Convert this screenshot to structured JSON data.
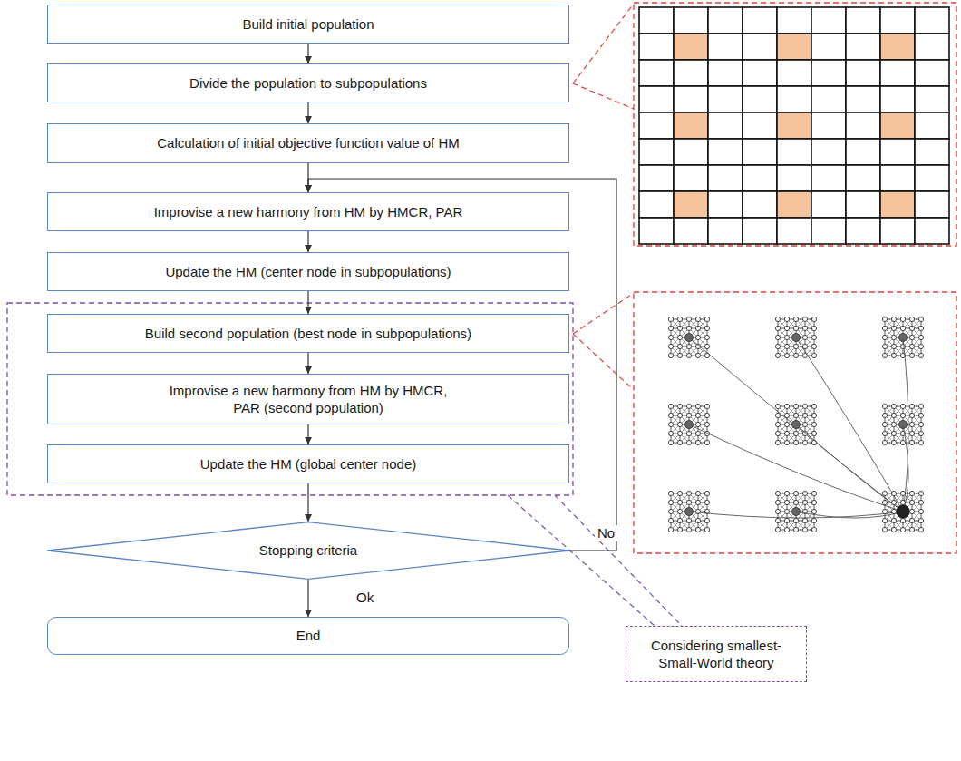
{
  "diagram": {
    "nodes": [
      {
        "text": [
          "Build initial population"
        ]
      },
      {
        "text": [
          "Divide the population to subpopulations"
        ]
      },
      {
        "text": [
          "Calculation of initial objective function value of HM"
        ]
      },
      {
        "text": [
          "Improvise a new harmony from HM by HMCR, PAR"
        ]
      },
      {
        "text": [
          "Update the HM (center node in subpopulations)"
        ]
      },
      {
        "text": [
          "Build second population (best node in subpopulations)"
        ]
      },
      {
        "text": [
          "Improvise a new harmony from HM by HMCR, PAR (second population)"
        ]
      },
      {
        "text": [
          "Update the HM (global center node)"
        ]
      },
      {
        "text": [
          "Stopping criteria"
        ]
      },
      {
        "text": [
          "End"
        ]
      },
      {
        "text": [
          "Considering smallest-Small-World theory"
        ]
      }
    ],
    "edges": [
      {
        "from": 0,
        "to": 1,
        "arrow": "to"
      },
      {
        "from": 1,
        "to": 2,
        "arrow": "to"
      },
      {
        "from": 2,
        "to": 3,
        "arrow": "to"
      },
      {
        "from": 3,
        "to": 4,
        "arrow": "to"
      },
      {
        "from": 4,
        "to": 5,
        "arrow": "to"
      },
      {
        "from": 5,
        "to": 6,
        "arrow": "to"
      },
      {
        "from": 6,
        "to": 7,
        "arrow": "to"
      },
      {
        "from": 7,
        "to": 8,
        "arrow": "to"
      },
      {
        "from": 8,
        "to": 9,
        "label": "Ok",
        "arrow": "to"
      },
      {
        "from": 8,
        "to": 3,
        "label": "No",
        "arrow": "to"
      }
    ]
  }
}
